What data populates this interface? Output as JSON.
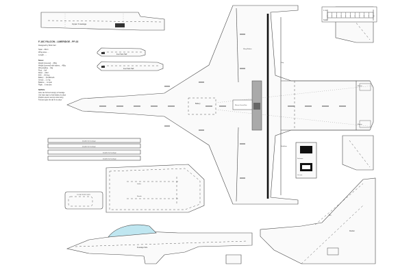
{
  "title": "F-16C FALCON - LIMERIDGE - PF-02",
  "subtitle": "Designed by Mick Farr",
  "specs": [
    "Span - 22cm",
    "Wing area - ..",
    "Length - ..."
  ],
  "notes_head": "Notes:",
  "notes": [
    "Weight (covered) ... 250g",
    "Weight (covered) with battery ... 480g",
    "Wing loading ... 32g",
    "Prop ... 6x4",
    "Motor ... 2212",
    "ESC ... 20 Amp",
    "Battery ... 3S 850mAh",
    "Servos ... 2 x 9g",
    "Balance ... on spar",
    "Flight ... 6 minutes"
  ],
  "build_head": "NOTES:",
  "build_notes": [
    "Glue vac-formed canopy to fuselage",
    "Use foam tape to hold battery in place",
    "Position elevon servos under wing",
    "Fold and glue the tail fin in place"
  ],
  "labels": {
    "fuselage_top": "Upper Fuselage",
    "pod_1": "Fuel Tank Half",
    "pod_2": "Fuel Tank Half",
    "wing_left": "Wing Ribbon",
    "battery": "Battery",
    "center_box": "Elevon Servo Box",
    "elevon_upper": "Elevon",
    "elevon_lower": "Elevon",
    "flap": "Flap",
    "stab": "Stabilizer",
    "strip_1": "Doubler for fuselage",
    "strip_2": "Doubler for fuselage",
    "strip_3": "Doubler for fuselage",
    "strip_4": "Doubler for fuselage",
    "small_panel": "Cockpit bottom plate",
    "fuselage_side": "Fuselage Side",
    "intake": "Intake",
    "nozzle": "Nozzle",
    "tail_fin": "Fin",
    "rudder": "Rudder",
    "vent_label": "Fin base",
    "vent_sub": "Cut out"
  },
  "scale_bar": {
    "label": "1 cm",
    "ticks": [
      "0",
      "1",
      "2",
      "3",
      "4",
      "5",
      "6",
      "7",
      "8",
      "9",
      "10"
    ],
    "row_label": "Scale"
  },
  "colors": {
    "canopy": "#bfe6f0",
    "dark": "#111111"
  }
}
